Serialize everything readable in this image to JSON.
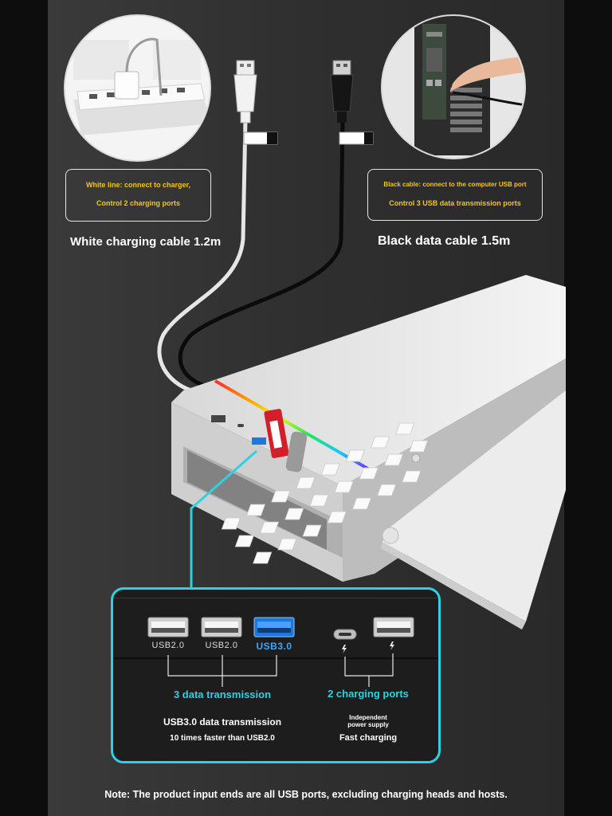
{
  "callouts": {
    "white_line_1": "White line: connect to charger,",
    "white_line_2": "Control 2 charging ports",
    "black_line_1": "Black cable: connect to the computer USB port",
    "black_line_2": "Control 3 USB data transmission ports"
  },
  "cables": {
    "white_label": "White charging cable 1.2m",
    "black_label": "Black data cable 1.5m"
  },
  "ports_panel": {
    "ports": [
      {
        "label": "USB2.0",
        "type": "usb-a"
      },
      {
        "label": "USB2.0",
        "type": "usb-a"
      },
      {
        "label": "USB3.0",
        "type": "usb-a-blue"
      },
      {
        "label": "",
        "type": "usb-c"
      },
      {
        "label": "",
        "type": "usb-a"
      }
    ],
    "data_group_label": "3 data transmission",
    "charging_group_label": "2 charging ports",
    "usb3_title": "USB3.0 data transmission",
    "usb3_sub": "10 times faster than USB2.0",
    "power_line_1": "Independent",
    "power_line_2": "power supply",
    "fast_charging": "Fast charging"
  },
  "note": "Note: The product input ends are all USB ports, excluding charging heads and hosts.",
  "colors": {
    "accent_cyan": "#2fd0e0",
    "callout_yellow": "#f5c518",
    "usb3_blue": "#1e78d8"
  },
  "icons": [
    "power-strip-icon",
    "usb-charger-icon",
    "computer-tower-icon",
    "hand-icon",
    "lightning-icon",
    "usb-a-plug-icon",
    "usb-c-port-icon"
  ]
}
